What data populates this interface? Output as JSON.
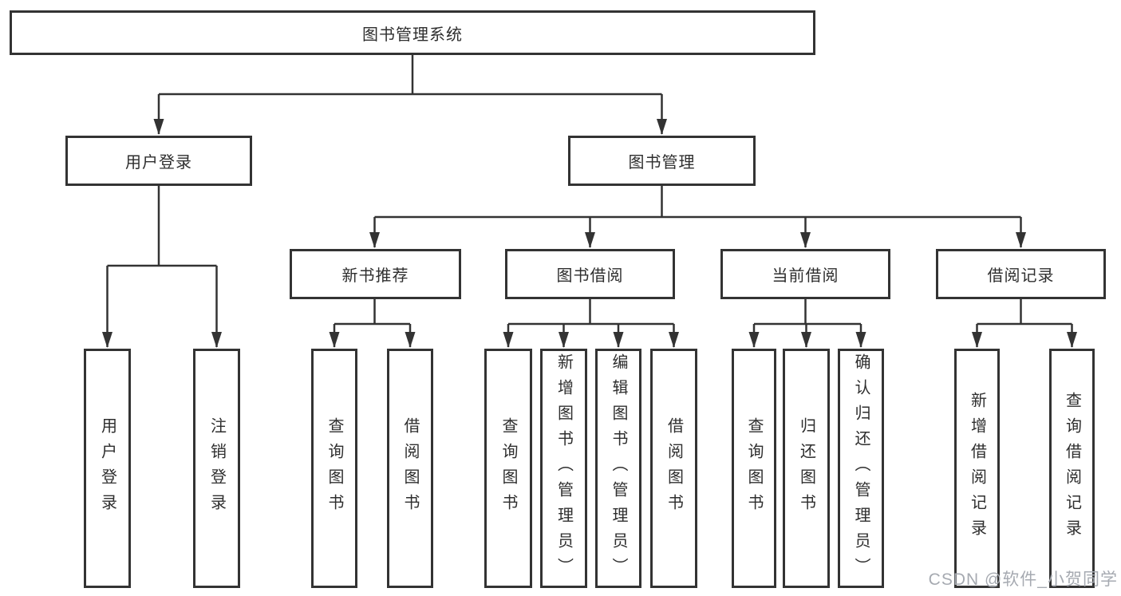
{
  "colors": {
    "line": "#333333",
    "box_border": "#333333",
    "box_background": "#ffffff",
    "text": "#2e2e2e",
    "watermark_text": "#a6aab1"
  },
  "tree": {
    "root": {
      "label": "图书管理系统"
    },
    "branches": [
      {
        "label": "用户登录",
        "leaves": [
          {
            "label": "用户登录"
          },
          {
            "label": "注销登录"
          }
        ]
      },
      {
        "label": "图书管理",
        "modules": [
          {
            "label": "新书推荐",
            "leaves": [
              {
                "label": "查询图书"
              },
              {
                "label": "借阅图书"
              }
            ]
          },
          {
            "label": "图书借阅",
            "leaves": [
              {
                "label": "查询图书"
              },
              {
                "label": "新增图书（管理员）"
              },
              {
                "label": "编辑图书（管理员）"
              },
              {
                "label": "借阅图书"
              }
            ]
          },
          {
            "label": "当前借阅",
            "leaves": [
              {
                "label": "查询图书"
              },
              {
                "label": "归还图书"
              },
              {
                "label": "确认归还（管理员）"
              }
            ]
          },
          {
            "label": "借阅记录",
            "leaves": [
              {
                "label": "新增借阅记录"
              },
              {
                "label": "查询借阅记录"
              }
            ]
          }
        ]
      }
    ]
  },
  "watermark": {
    "text": "CSDN @软件_小贺同学"
  }
}
